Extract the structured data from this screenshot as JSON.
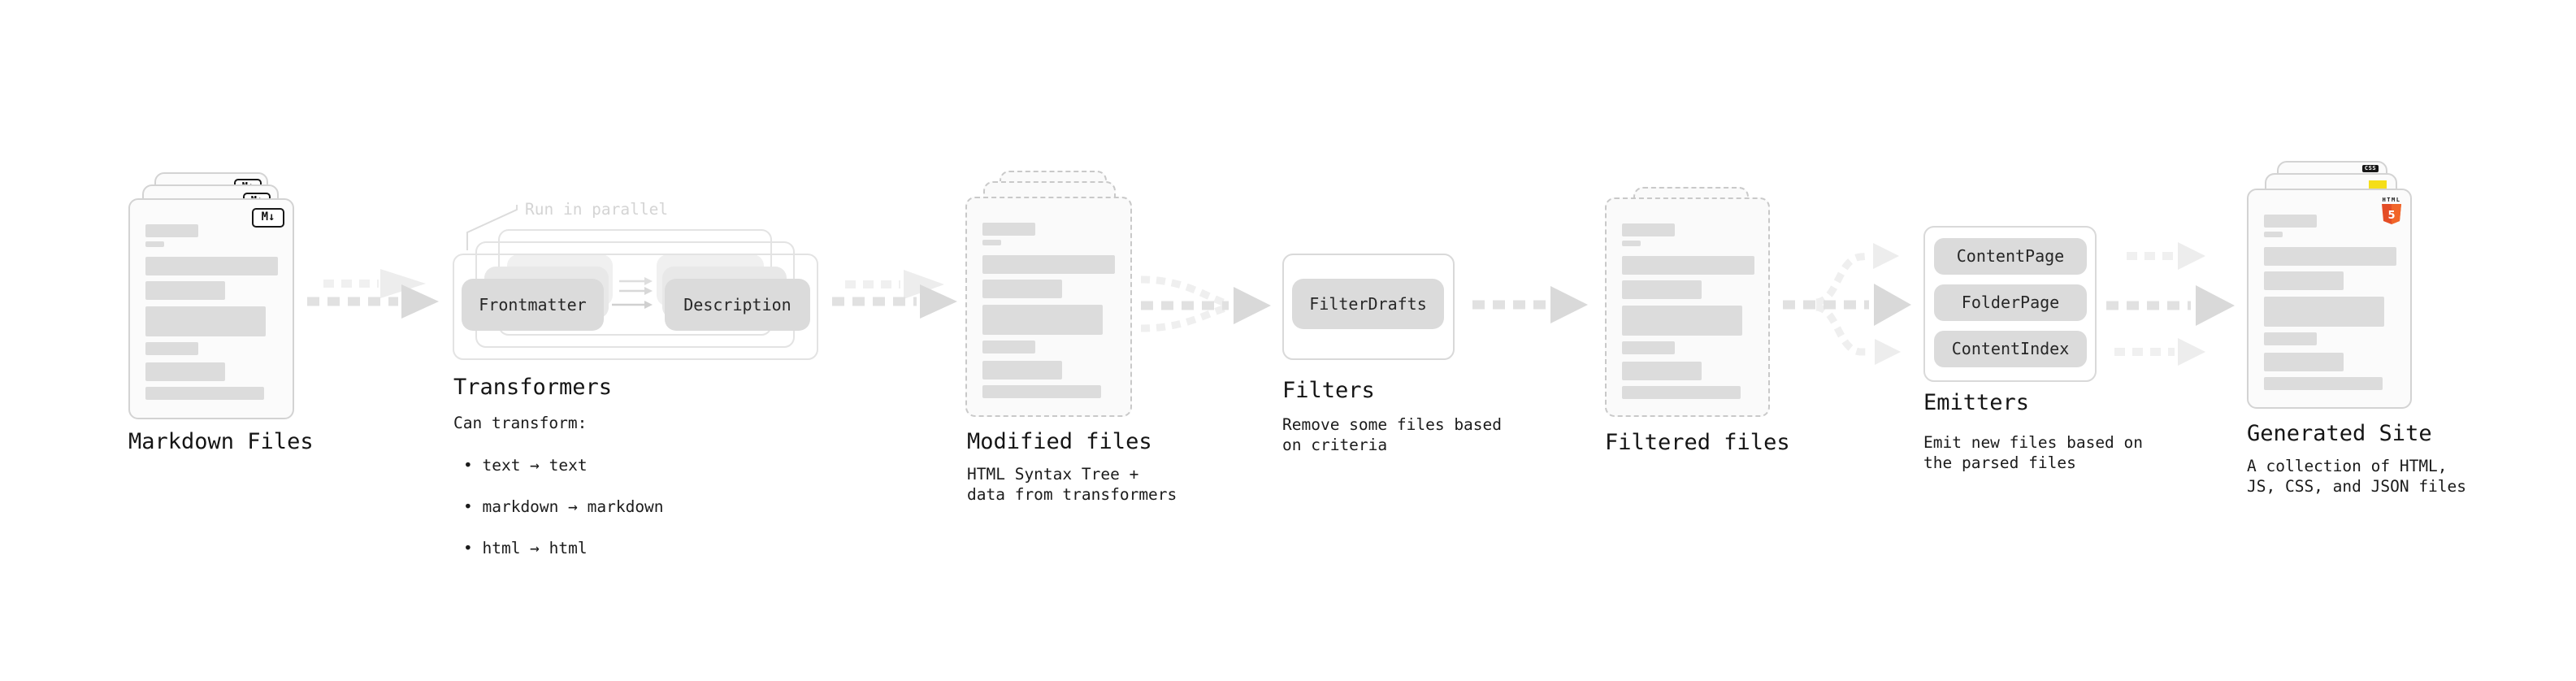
{
  "diagram": {
    "markdown_files": {
      "label": "Markdown Files",
      "badge": "M↓"
    },
    "transformers": {
      "annotation": "Run in parallel",
      "left_pill": "Frontmatter",
      "right_pill": "Description",
      "title": "Transformers",
      "heading": "Can transform:",
      "bullets": [
        "• text → text",
        "• markdown → markdown",
        "• html → html"
      ]
    },
    "modified_files": {
      "title": "Modified files",
      "description": "HTML Syntax Tree +\ndata from transformers"
    },
    "filters": {
      "pill": "FilterDrafts",
      "title": "Filters",
      "description": "Remove some files based\non criteria"
    },
    "filtered_files": {
      "label": "Filtered files"
    },
    "emitters": {
      "pills": [
        "ContentPage",
        "FolderPage",
        "ContentIndex"
      ],
      "title": "Emitters",
      "description": "Emit new files based on\nthe parsed files"
    },
    "generated_site": {
      "title": "Generated Site",
      "description": "A collection of HTML,\nJS, CSS, and JSON files",
      "css_badge": "CSS",
      "html_badge_label": "HTML",
      "html_badge_number": "5"
    },
    "colors": {
      "html5_orange": "#e44d26",
      "html5_orange_light": "#f16529",
      "js_yellow": "#f5de19",
      "css_blue": "#2b66e8"
    }
  }
}
